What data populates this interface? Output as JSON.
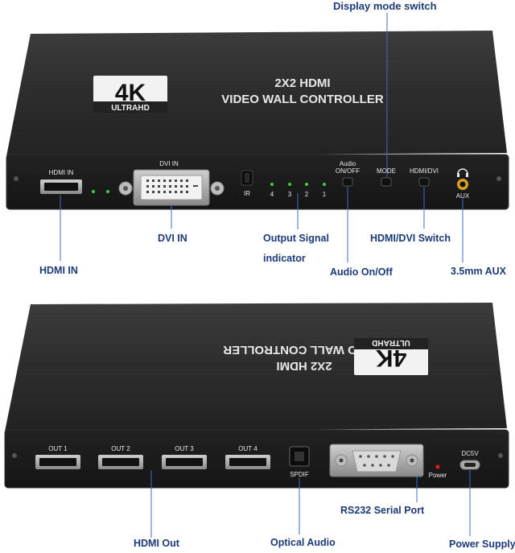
{
  "front_device": {
    "badge_big": "4K",
    "badge_small": "ULTRAHD",
    "title_line1": "2X2 HDMI",
    "title_line2": "VIDEO WALL CONTROLLER",
    "port_hdmi_in": "HDMI IN",
    "port_dvi_in": "DVI IN",
    "port_ir": "IR",
    "led_4": "4",
    "led_3": "3",
    "led_2": "2",
    "led_1": "1",
    "btn_audio_line1": "Audio",
    "btn_audio_line2": "ON/OFF",
    "btn_mode": "MODE",
    "btn_hdmi_dvi": "HDMI/DVI",
    "port_aux": "AUX"
  },
  "back_device": {
    "badge_big": "4K",
    "badge_small": "ULTRAHD",
    "title_line1": "2X2 HDMI",
    "title_line2": "VIDEO WALL CONTROLLER",
    "out_1": "OUT 1",
    "out_2": "OUT 2",
    "out_3": "OUT 3",
    "out_4": "OUT 4",
    "port_spdif": "SPDIF",
    "power_led": "Power",
    "port_dc": "DC5V"
  },
  "callouts": {
    "display_mode_switch": "Display mode switch",
    "dvi_in": "DVI IN",
    "output_signal_line1": "Output Signal",
    "output_signal_line2": "indicator",
    "hdmi_dvi_switch": "HDMI/DVI Switch",
    "hdmi_in": "HDMI IN",
    "audio_on_off": "Audio On/Off",
    "aux": "3.5mm AUX",
    "rs232": "RS232 Serial Port",
    "hdmi_out": "HDMI Out",
    "optical_audio": "Optical Audio",
    "power_supply": "Power Supply"
  },
  "colors": {
    "device_body": "#262626",
    "device_face": "#1b1b1b",
    "led_green": "#3fd13f",
    "power_led_red": "#e02020",
    "callout_text": "#1d3a78",
    "leader_line": "#3b6fc4",
    "aux_ring": "#d9a020"
  }
}
